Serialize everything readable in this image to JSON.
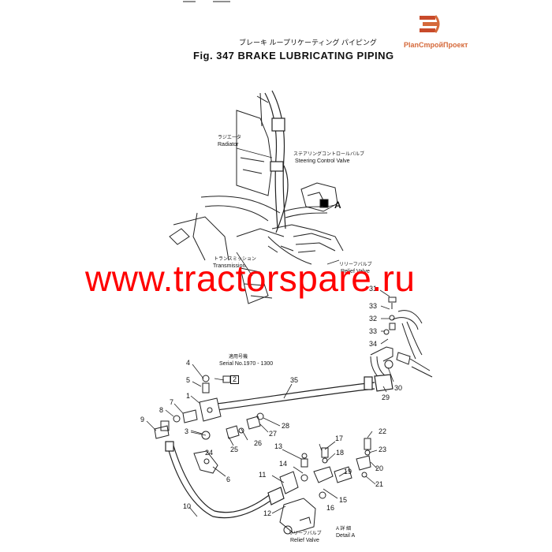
{
  "header": {
    "title_jp": "ブレーキ ループリケーティング パイピング",
    "title": "Fig. 347  BRAKE LUBRICATING  PIPING"
  },
  "logo": {
    "text": "PlanCmpoйПроект",
    "color": "#d5693a"
  },
  "watermark": {
    "text": "www.tractorspare.ru",
    "color": "#ff0000"
  },
  "labels": {
    "radiator_jp": "ラジエータ",
    "radiator": "Radiator",
    "steering_jp": "ステアリングコントロールバルブ",
    "steering": "Steering Control Valve",
    "point_a": "A",
    "transmission_jp": "トランスミッション",
    "transmission": "Transmission",
    "relief_top_jp": "リリーフバルブ",
    "relief_top": "Relief Valve",
    "serial_jp": "適用号機",
    "serial": "Serial No.1970 - 1300",
    "relief_bottom_jp": "リリーフバルブ",
    "relief_bottom": "Relief Valve",
    "detail_jp": "A 詳 細",
    "detail": "Detail A"
  },
  "callouts": [
    "1",
    "2",
    "3",
    "4",
    "5",
    "6",
    "7",
    "8",
    "9",
    "10",
    "11",
    "12",
    "13",
    "14",
    "15",
    "16",
    "17",
    "18",
    "19",
    "20",
    "21",
    "22",
    "23",
    "24",
    "25",
    "26",
    "27",
    "28",
    "29",
    "30",
    "31",
    "32",
    "33",
    "33",
    "34",
    "35"
  ]
}
